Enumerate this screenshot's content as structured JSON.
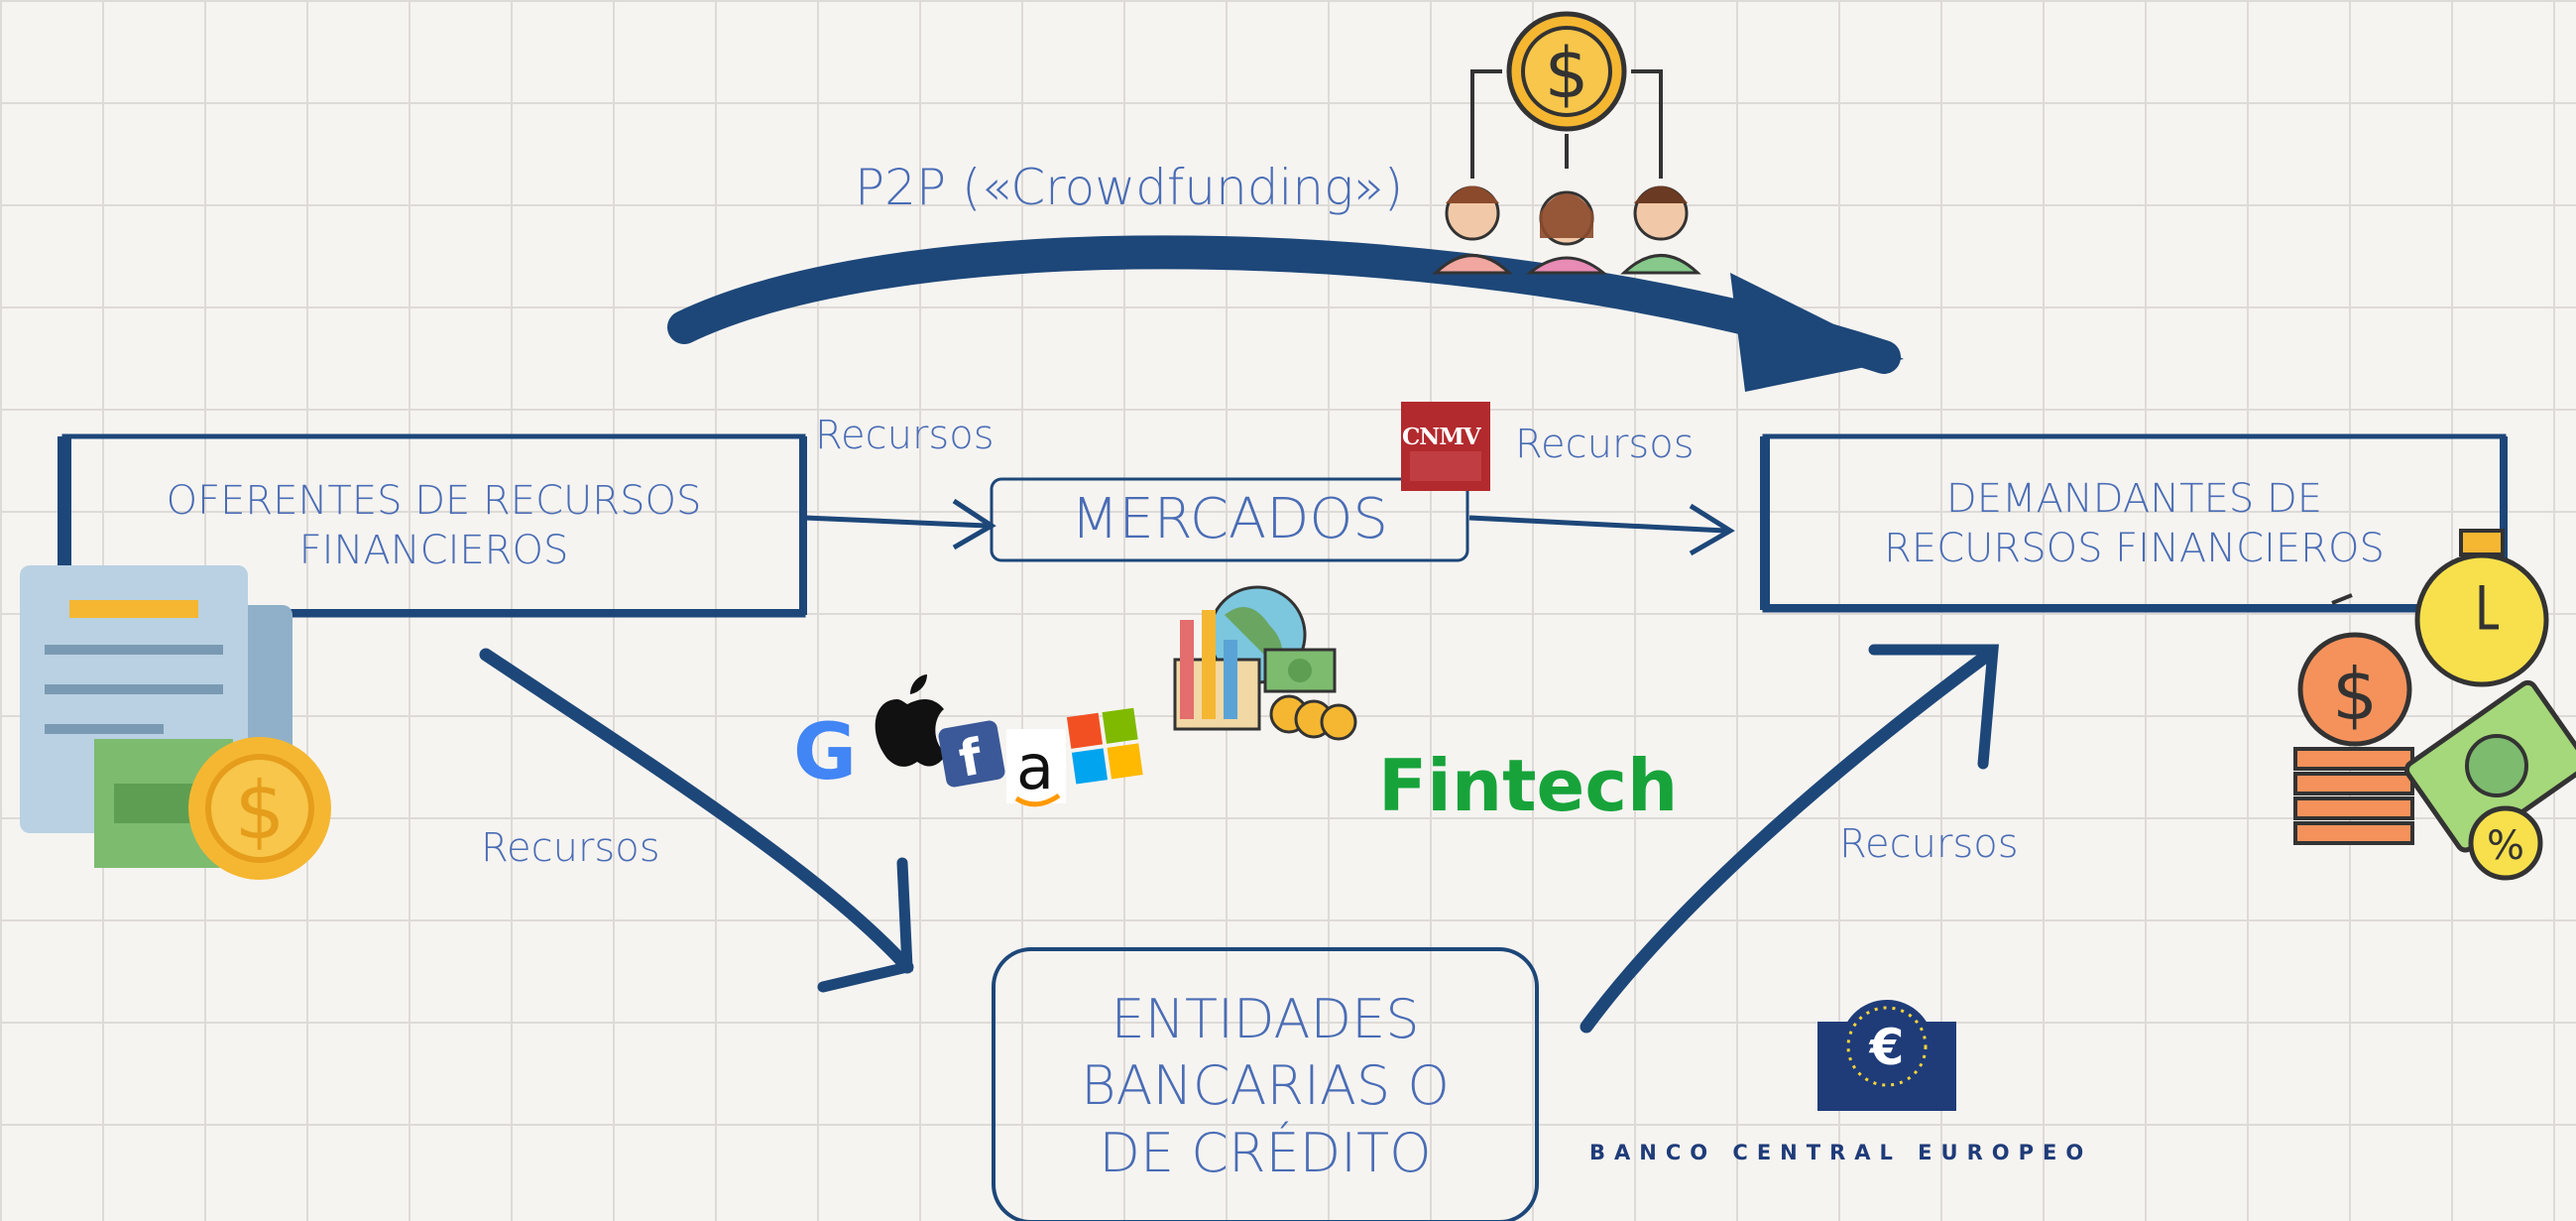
{
  "labels": {
    "p2p": "P2P («Crowdfunding»)",
    "oferentes": "OFERENTES DE RECURSOS\nFINANCIEROS",
    "mercados": "MERCADOS",
    "demandantes": "DEMANDANTES DE\nRECURSOS FINANCIEROS",
    "entidades": "ENTIDADES\nBANCARIAS O\nDE CRÉDITO",
    "recursos_1": "Recursos",
    "recursos_2": "Recursos",
    "recursos_3": "Recursos",
    "recursos_4": "Recursos",
    "fintech": "Fintech"
  },
  "logos": {
    "cnmv": "CNMV",
    "ecb": "BANCO CENTRAL EUROPEO",
    "tech_brands": [
      "G",
      "f",
      "a"
    ]
  },
  "colors": {
    "arrow": "#1d4779",
    "label": "#4a6db5",
    "fintech": "#17a33a",
    "gold": "#f5b731"
  },
  "icons": [
    "dollar-coin-icon",
    "people-icon",
    "document-money-icon",
    "chart-globe-icon",
    "finance-clock-icon",
    "euro-seal-icon"
  ]
}
